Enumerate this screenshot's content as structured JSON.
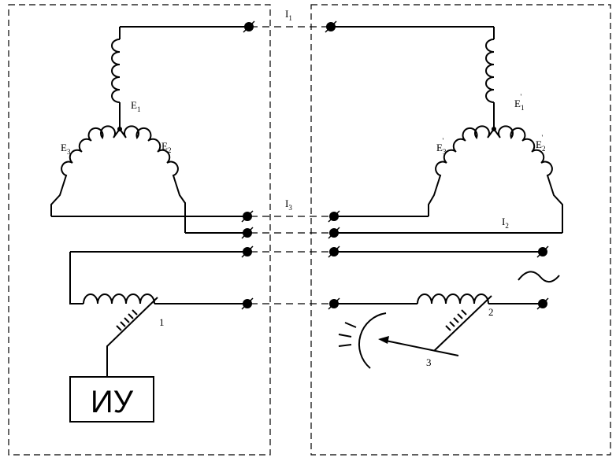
{
  "labels": {
    "I1": "I",
    "I1_sub": "1",
    "I2": "I",
    "I2_sub": "2",
    "I3": "I",
    "I3_sub": "3",
    "E1": "E",
    "E1_sub": "1",
    "E2": "E",
    "E2_sub": "2",
    "E3": "E",
    "E3_sub": "3",
    "E1p": "E",
    "E1p_sub": "1",
    "E1p_prime": "'",
    "E2p": "E",
    "E2p_sub": "2",
    "E2p_prime": "'",
    "E3p": "E",
    "E3p_sub": "3",
    "E3p_prime": "'",
    "n1": "1",
    "n2": "2",
    "n3": "3",
    "device": "ИУ"
  },
  "icons": [
    "terminal-icon",
    "ac-tilde-icon",
    "scale-icon",
    "pointer-arrow-icon"
  ]
}
